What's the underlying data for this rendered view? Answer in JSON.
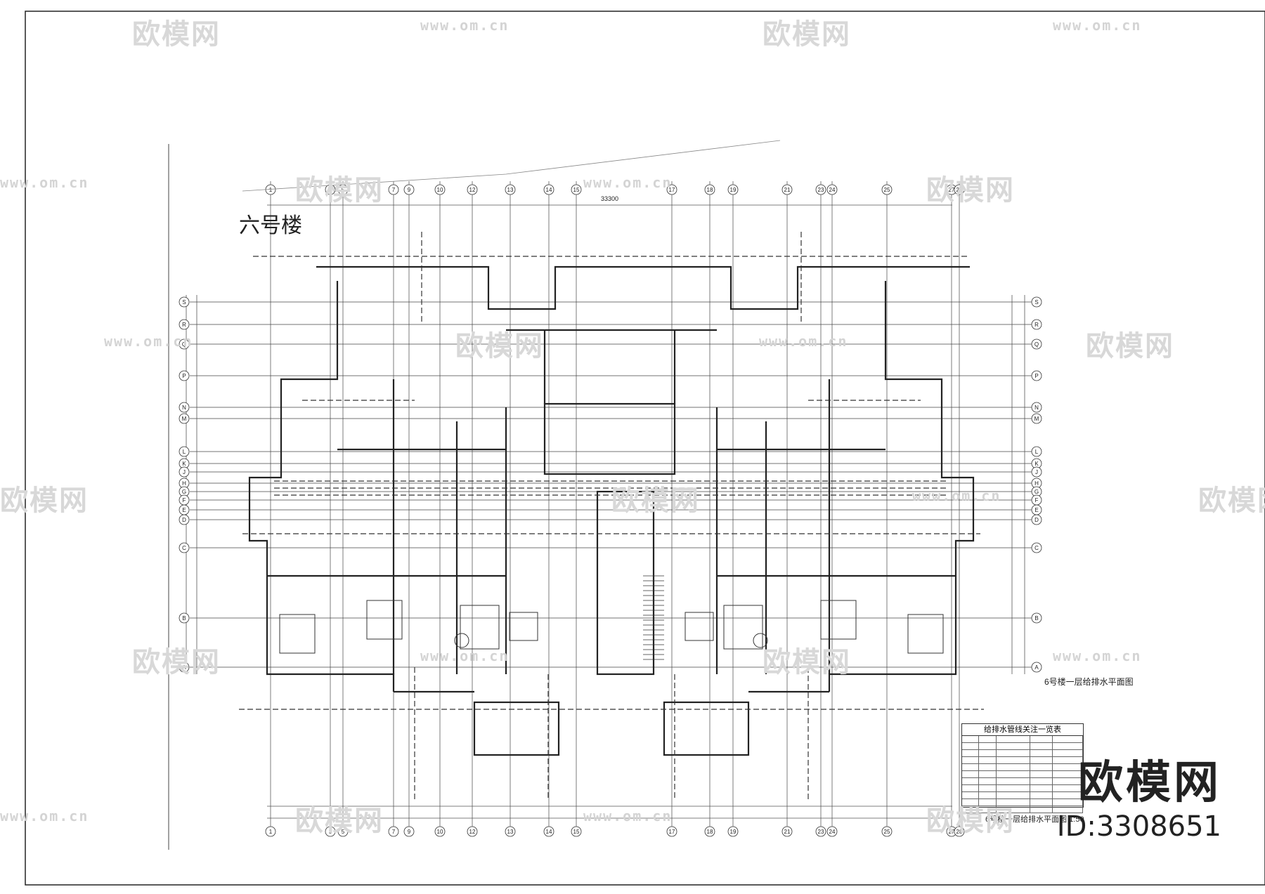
{
  "drawing": {
    "building_label": "六号楼",
    "sheet_label": "6号楼一层给排水平面图",
    "plan_caption": "6号楼一层给排水平面图 1:50",
    "legend_title": "给排水管线关注一览表",
    "grid_labels_top": [
      "1",
      "3",
      "5",
      "7",
      "9",
      "10",
      "12",
      "13",
      "14",
      "15",
      "17",
      "18",
      "19",
      "21",
      "23",
      "24",
      "25",
      "27",
      "28"
    ],
    "grid_labels_side": [
      "S",
      "R",
      "Q",
      "P",
      "N",
      "M",
      "L",
      "K",
      "J",
      "H",
      "G",
      "F",
      "E",
      "D",
      "C",
      "B",
      "A"
    ],
    "overall_dimension": "33300"
  },
  "watermarks": {
    "logo_text": "欧模网",
    "url_text": "www.om.cn"
  },
  "branding": {
    "name": "欧模网",
    "id": "ID:3308651"
  },
  "colors": {
    "line": "#222222",
    "dim_line": "#555555",
    "watermark": "#d8d8d8",
    "background": "#ffffff"
  }
}
